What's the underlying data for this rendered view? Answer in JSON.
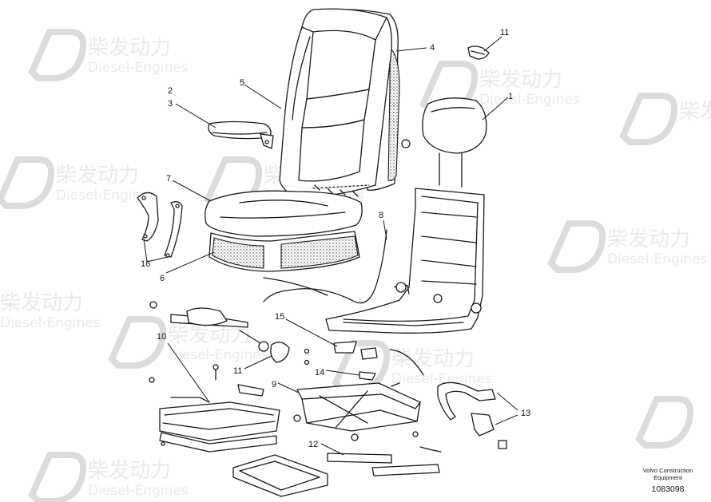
{
  "watermark": {
    "brand": "柴发动力",
    "sub": "Diesel-Engines",
    "color": "#d9d9d9"
  },
  "callouts": {
    "c1": "1",
    "c2": "2",
    "c3": "3",
    "c4": "4",
    "c5": "5",
    "c6": "6",
    "c7": "7",
    "c8": "8",
    "c9": "9",
    "c10": "10",
    "c11a": "11",
    "c11b": "11",
    "c12": "12",
    "c13": "13",
    "c14": "14",
    "c15": "15",
    "c16": "16"
  },
  "footer": {
    "line1": "Volvo Construction",
    "line2": "Equipment",
    "drawing_no": "1083098"
  },
  "colors": {
    "ink": "#1a1a1a",
    "background": "#ffffff"
  }
}
